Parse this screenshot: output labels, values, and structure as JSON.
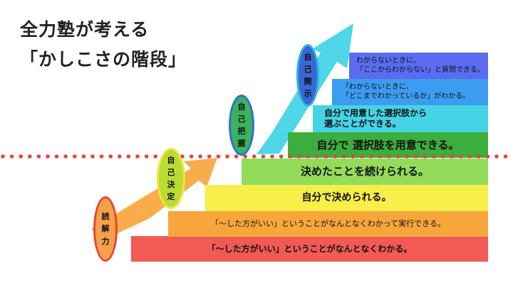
{
  "title": {
    "line1": "全力塾が考える",
    "line2": "「かしこさの階段」"
  },
  "stages": [
    {
      "label": "読解力",
      "fill": "#f5a04a",
      "stroke": "#e8453c"
    },
    {
      "label": "自己決定",
      "fill": "#b9dc35",
      "stroke": "#f2e33c"
    },
    {
      "label": "自己把握",
      "fill": "#3ab25e",
      "stroke": "#2f6fd6"
    },
    {
      "label": "自己開示",
      "fill": "#3b66d6",
      "stroke": "#2bb5d9"
    }
  ],
  "steps": [
    {
      "text": "「～した方がいい」ということがなんとなくわかる。",
      "color": "#f25a55"
    },
    {
      "text": "「～した方がいい」ということがなんとなくわかって実行できる。",
      "color": "#f7a63c"
    },
    {
      "text": "自分で決められる。",
      "color": "#f7ee4a"
    },
    {
      "text": "決めたことを続けられる。",
      "color": "#93dc5a"
    },
    {
      "text": "自分で 選択肢を用意できる。",
      "color": "#3cae3e"
    },
    {
      "lines": [
        "自分で用意した選択肢から",
        "選ぶことができる。"
      ],
      "color": "#45d4e6"
    },
    {
      "lines": [
        "「わからないときに、",
        "「どこまでわかっているか」がわかる。"
      ],
      "color": "#3c9df0"
    },
    {
      "lines": [
        "わからないときに、",
        "「ここからわからない」と質問できる。"
      ],
      "color": "#5a6cf0"
    }
  ],
  "colors": {
    "dotted_line": "#e8443e",
    "arrow_orange": "#f8ad4a",
    "arrow_cyan": "#4fd6e8"
  }
}
